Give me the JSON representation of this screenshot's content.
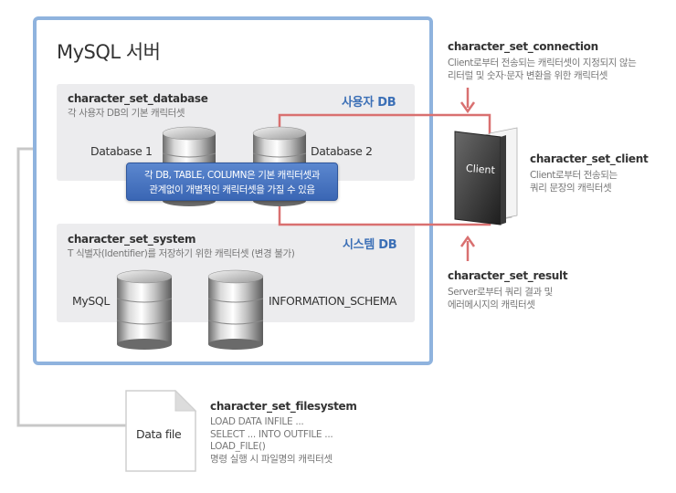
{
  "server": {
    "title": "MySQL 서버"
  },
  "database_panel": {
    "var_name": "character_set_database",
    "desc": "각 사용자 DB의 기본 캐릭터셋",
    "tag": "사용자 DB",
    "db1_label": "Database 1",
    "db2_label": "Database 2"
  },
  "callout": {
    "line1": "각 DB, TABLE, COLUMN은 기본 캐릭터셋과",
    "line2": "관계없이 개별적인 캐릭터셋을 가질 수 있음"
  },
  "system_panel": {
    "var_name": "character_set_system",
    "desc": "T 식별자(Identifier)를 저장하기 위한 캐릭터셋 (변경 불가)",
    "tag": "시스템 DB",
    "mysql_label": "MySQL",
    "schema_label": "INFORMATION_SCHEMA"
  },
  "connection": {
    "var_name": "character_set_connection",
    "desc1": "Client로부터 전송되는 캐릭터셋이 지정되지 않는",
    "desc2": "리터럴 및 숫자·문자 변환을 위한 캐릭터셋"
  },
  "client": {
    "book_label": "Client",
    "var_name": "character_set_client",
    "desc1": "Client로부터 전송되는",
    "desc2": "쿼리 문장의 캐릭터셋"
  },
  "result": {
    "var_name": "character_set_result",
    "desc1": "Server로부터 쿼리 결과 및",
    "desc2": "에러메시지의 캐릭터셋"
  },
  "filesystem": {
    "file_label": "Data file",
    "var_name": "character_set_filesystem",
    "items": [
      "LOAD DATA INFILE ...",
      "SELECT ... INTO OUTFILE ...",
      "LOAD_FILE()",
      "명령 실행 시 파일명의 캐릭터셋"
    ]
  },
  "colors": {
    "server_border": "#8fb3de",
    "panel_bg": "#ececee",
    "arrow": "#c0504d",
    "file_line": "#bdbdbd",
    "blue_title": "#3b6fb6"
  }
}
